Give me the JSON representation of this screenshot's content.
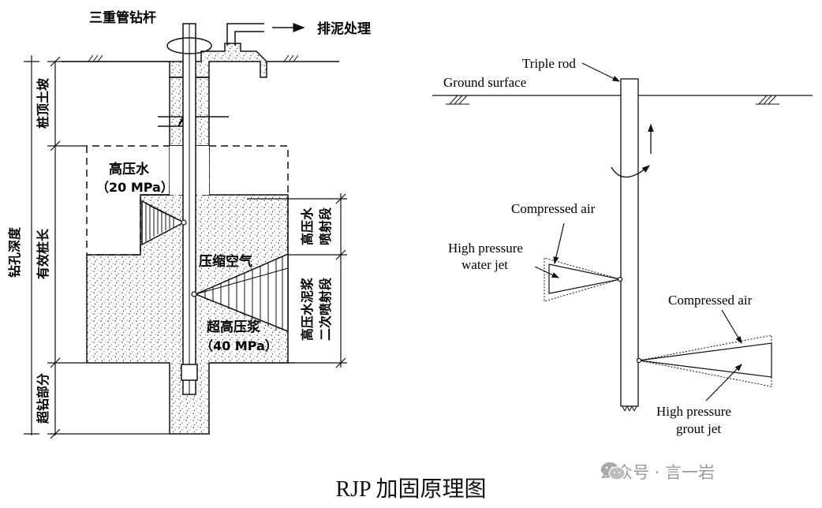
{
  "left_diagram": {
    "rod_label": "三重管钻杆",
    "mud_label": "排泥处理",
    "pile_top": "桩顶土坡",
    "drill_depth": "钻孔深度",
    "effective_length": "有效桩长",
    "over_drill": "超钻部分",
    "hp_water": "高压水",
    "hp_water_pressure": "（20 MPa）",
    "compressed_air": "压缩空气",
    "super_grout": "超高压浆",
    "super_grout_pressure": "（40 MPa）",
    "segment_1a": "高压水",
    "segment_1b": "喷射段",
    "segment_2a": "高压水泥浆",
    "segment_2b": "二次喷射段"
  },
  "right_diagram": {
    "triple_rod": "Triple rod",
    "ground_surface": "Ground surface",
    "compressed_air_1": "Compressed air",
    "hp_water_1": "High pressure",
    "hp_water_2": "water jet",
    "compressed_air_2": "Compressed air",
    "hp_grout_1": "High pressure",
    "hp_grout_2": "grout jet"
  },
  "caption": "RJP 加固原理图",
  "watermark": "公众号 · 言一岩",
  "watermark_icon": "wechat-icon"
}
